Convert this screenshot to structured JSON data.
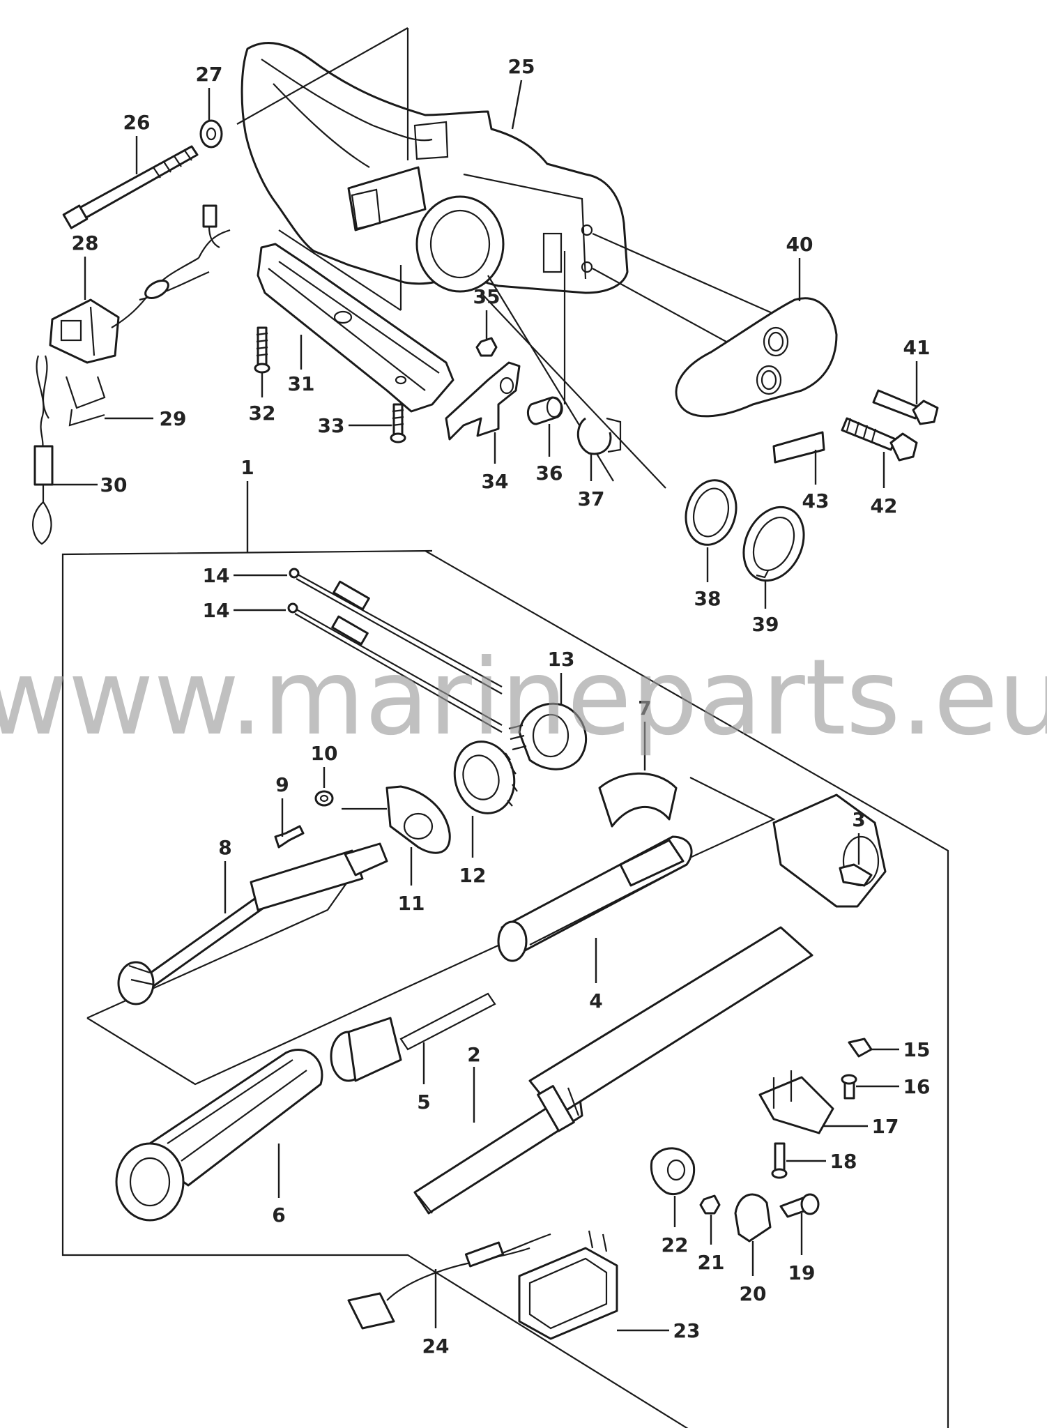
{
  "watermark": "www.marineparts.eu",
  "labels": {
    "l1": "1",
    "l2": "2",
    "l3": "3",
    "l4": "4",
    "l5": "5",
    "l6": "6",
    "l7": "7",
    "l8": "8",
    "l9": "9",
    "l10": "10",
    "l11": "11",
    "l12": "12",
    "l13": "13",
    "l14a": "14",
    "l14b": "14",
    "l15": "15",
    "l16": "16",
    "l17": "17",
    "l18": "18",
    "l19": "19",
    "l20": "20",
    "l21": "21",
    "l22": "22",
    "l23": "23",
    "l24": "24",
    "l25": "25",
    "l26": "26",
    "l27": "27",
    "l28": "28",
    "l29": "29",
    "l30": "30",
    "l31": "31",
    "l32": "32",
    "l33": "33",
    "l34": "34",
    "l35": "35",
    "l36": "36",
    "l37": "37",
    "l38": "38",
    "l39": "39",
    "l40": "40",
    "l41": "41",
    "l42": "42",
    "l43": "43"
  },
  "colors": {
    "line": "#1a1a1a",
    "label": "#222222",
    "watermark": "#9a9a9a",
    "background": "#ffffff"
  }
}
